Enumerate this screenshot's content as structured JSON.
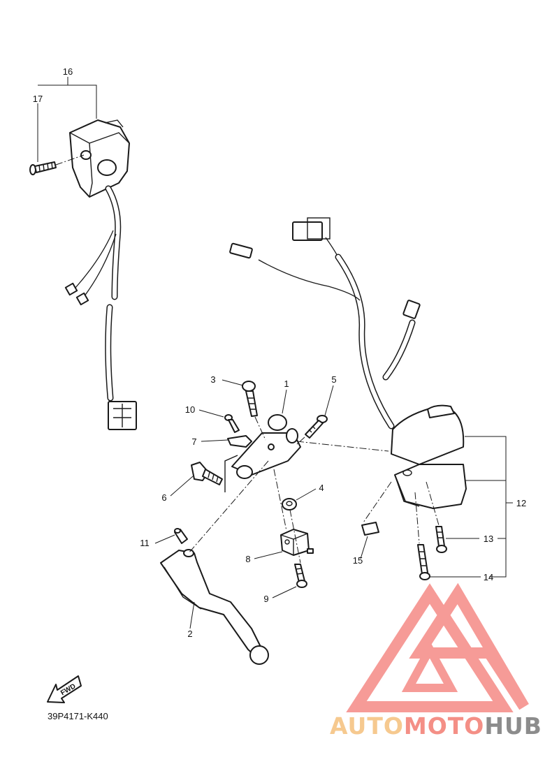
{
  "diagram": {
    "reference_code": "39P4171-K440",
    "fwd_label": "FWD",
    "callouts": [
      "1",
      "2",
      "3",
      "4",
      "5",
      "6",
      "7",
      "8",
      "9",
      "10",
      "11",
      "12",
      "13",
      "14",
      "15",
      "16",
      "17"
    ]
  },
  "watermark": {
    "part1": "AUTO",
    "part2": "MOTO",
    "part3": "HUB",
    "colors": {
      "auto": "#f6c98f",
      "moto": "#f48f86",
      "hub": "#8c8c8c",
      "logo": "#f58a86"
    }
  }
}
